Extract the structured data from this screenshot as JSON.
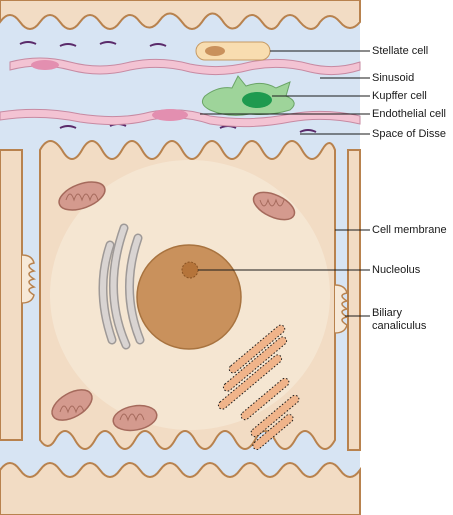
{
  "labels": {
    "stellate_cell": "Stellate cell",
    "sinusoid": "Sinusoid",
    "kupffer_cell": "Kupffer cell",
    "endothelial_cell": "Endothelial cell",
    "space_of_disse": "Space of Disse",
    "cell_membrane": "Cell membrane",
    "nucleolus": "Nucleolus",
    "biliary_canaliculus_line1": "Biliary",
    "biliary_canaliculus_line2": "canaliculus"
  },
  "colors": {
    "hepatocyte": "#f2dcc4",
    "hepatocyte_inner": "#f7e9d8",
    "sinusoid": "#d7e4f3",
    "membrane": "#b8824e",
    "endothelial": "#f3c3d3",
    "stellate": "#f8ddb0",
    "kupffer": "#9ed49a",
    "kupffer_nucleus": "#1e9a4f",
    "nucleus": "#c9915c",
    "golgi": "#d9d4d2",
    "mitochondria": "#d49a8e",
    "er": "#f0b48a"
  }
}
